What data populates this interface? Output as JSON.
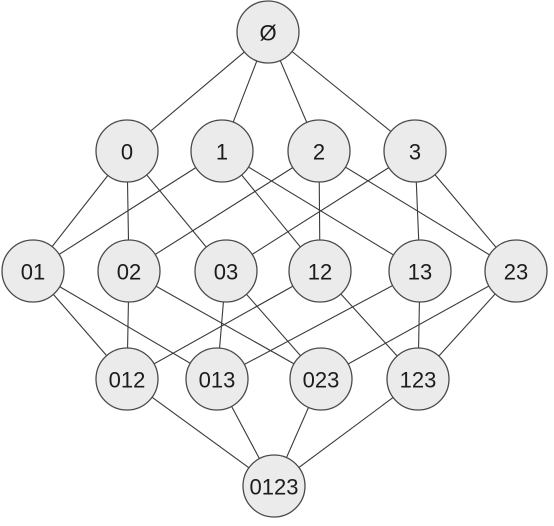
{
  "lattice": {
    "nodes": [
      {
        "id": "empty",
        "label": "Ø"
      },
      {
        "id": "0",
        "label": "0"
      },
      {
        "id": "1",
        "label": "1"
      },
      {
        "id": "2",
        "label": "2"
      },
      {
        "id": "3",
        "label": "3"
      },
      {
        "id": "01",
        "label": "01"
      },
      {
        "id": "02",
        "label": "02"
      },
      {
        "id": "03",
        "label": "03"
      },
      {
        "id": "12",
        "label": "12"
      },
      {
        "id": "13",
        "label": "13"
      },
      {
        "id": "23",
        "label": "23"
      },
      {
        "id": "012",
        "label": "012"
      },
      {
        "id": "013",
        "label": "013"
      },
      {
        "id": "023",
        "label": "023"
      },
      {
        "id": "123",
        "label": "123"
      },
      {
        "id": "0123",
        "label": "0123"
      }
    ],
    "edges": [
      [
        "empty",
        "0"
      ],
      [
        "empty",
        "1"
      ],
      [
        "empty",
        "2"
      ],
      [
        "empty",
        "3"
      ],
      [
        "0",
        "01"
      ],
      [
        "0",
        "02"
      ],
      [
        "0",
        "03"
      ],
      [
        "1",
        "01"
      ],
      [
        "1",
        "12"
      ],
      [
        "1",
        "13"
      ],
      [
        "2",
        "02"
      ],
      [
        "2",
        "12"
      ],
      [
        "2",
        "23"
      ],
      [
        "3",
        "03"
      ],
      [
        "3",
        "13"
      ],
      [
        "3",
        "23"
      ],
      [
        "01",
        "012"
      ],
      [
        "01",
        "013"
      ],
      [
        "02",
        "012"
      ],
      [
        "02",
        "023"
      ],
      [
        "03",
        "013"
      ],
      [
        "03",
        "023"
      ],
      [
        "12",
        "012"
      ],
      [
        "12",
        "123"
      ],
      [
        "13",
        "013"
      ],
      [
        "13",
        "123"
      ],
      [
        "23",
        "023"
      ],
      [
        "23",
        "123"
      ],
      [
        "012",
        "0123"
      ],
      [
        "013",
        "0123"
      ],
      [
        "023",
        "0123"
      ],
      [
        "123",
        "0123"
      ]
    ]
  }
}
